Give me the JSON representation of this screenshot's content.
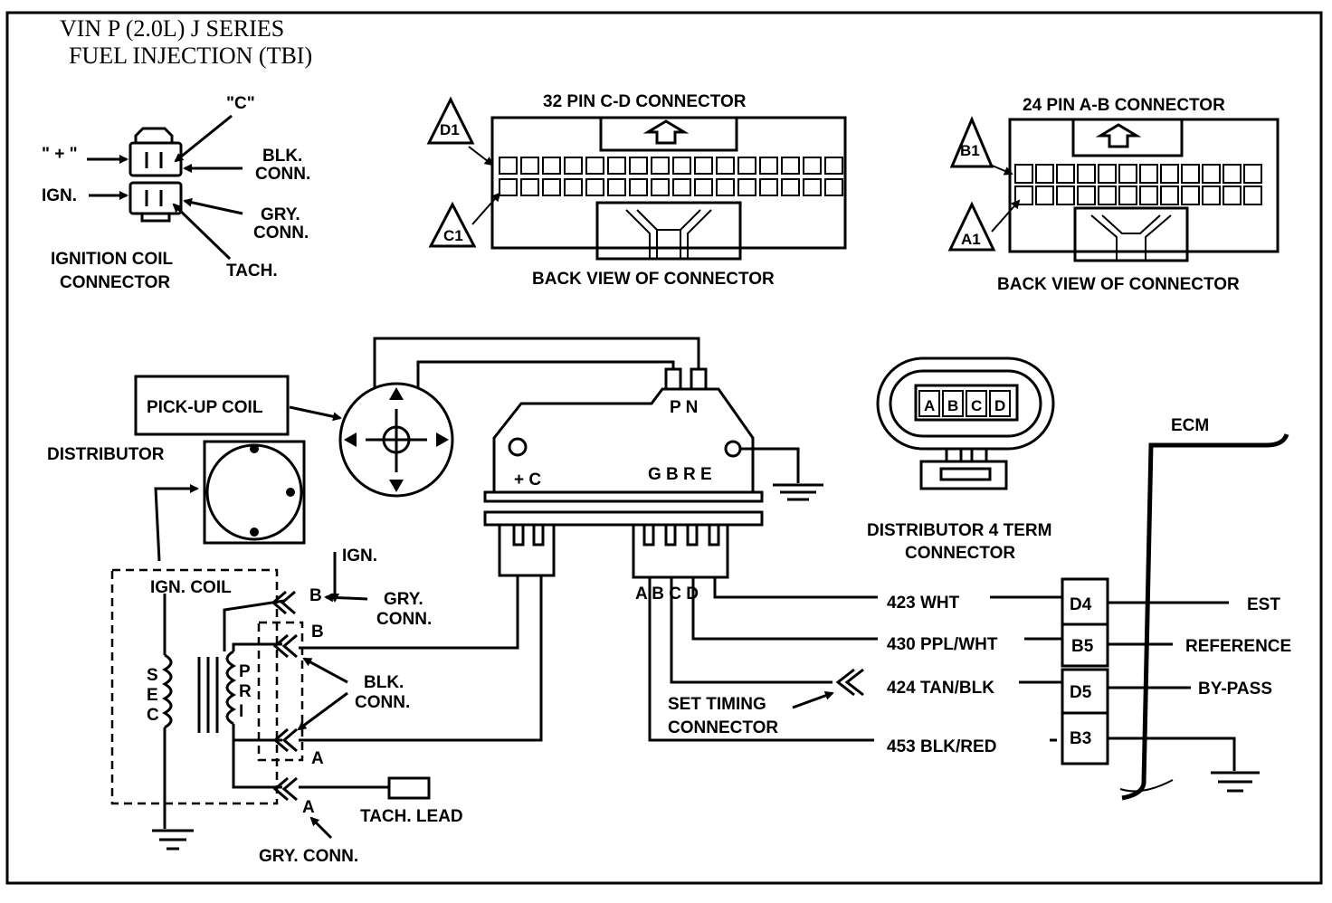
{
  "title": {
    "line1": "VIN  P  (2.0L)  J  SERIES",
    "line2": "FUEL  INJECTION  (TBI)"
  },
  "coil_connector": {
    "c_label": "\"C\"",
    "plus_label": "\" + \"",
    "ign_label": "IGN.",
    "blk_conn_1": "BLK.",
    "blk_conn_2": "CONN.",
    "gry_conn_1": "GRY.",
    "gry_conn_2": "CONN.",
    "tach_label": "TACH.",
    "caption_1": "IGNITION COIL",
    "caption_2": "CONNECTOR"
  },
  "ecm_connector_32": {
    "title": "32 PIN C-D CONNECTOR",
    "pin_top": "D1",
    "pin_bottom": "C1",
    "caption": "BACK VIEW OF CONNECTOR"
  },
  "ecm_connector_24": {
    "title": "24 PIN A-B CONNECTOR",
    "pin_top": "B1",
    "pin_bottom": "A1",
    "caption": "BACK VIEW OF CONNECTOR"
  },
  "distributor": {
    "label": "DISTRIBUTOR",
    "pickup_label": "PICK-UP COIL"
  },
  "module": {
    "pn_label": "P N",
    "plus_c_label": "+ C",
    "terminals_label": "G B R E",
    "abcd_label": "A B C D"
  },
  "dist_4term": {
    "pins": [
      "A",
      "B",
      "C",
      "D"
    ],
    "caption_1": "DISTRIBUTOR 4 TERM",
    "caption_2": "CONNECTOR"
  },
  "ign_coil": {
    "label": "IGN. COIL",
    "sec_letters": [
      "S",
      "E",
      "C"
    ],
    "pri_letters": [
      "P",
      "R",
      "I"
    ],
    "ign_label": "IGN.",
    "b_label_1": "B",
    "gry_conn_1": "GRY.",
    "gry_conn_2": "CONN.",
    "b_label_2": "B",
    "blk_conn_1": "BLK.",
    "blk_conn_2": "CONN.",
    "a_label_1": "A",
    "a_label_2": "A",
    "tach_lead": "TACH. LEAD",
    "gry_conn_bottom": "GRY. CONN."
  },
  "set_timing": {
    "line1": "SET TIMING",
    "line2": "CONNECTOR"
  },
  "ecm": {
    "label": "ECM",
    "circuits": [
      {
        "wire": "423  WHT",
        "pin": "D4",
        "signal": "EST"
      },
      {
        "wire": "430  PPL/WHT",
        "pin": "B5",
        "signal": "REFERENCE"
      },
      {
        "wire": "424  TAN/BLK",
        "pin": "D5",
        "signal": "BY-PASS"
      },
      {
        "wire": "453  BLK/RED",
        "pin": "B3",
        "signal": ""
      }
    ]
  }
}
